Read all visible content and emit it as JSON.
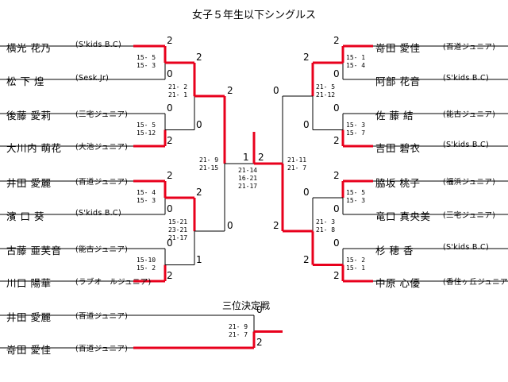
{
  "title": "女子５年生以下シングルス",
  "third_place_title": "三位決定戦",
  "colors": {
    "win": "#e8001c",
    "line": "#000000"
  },
  "left_players": [
    {
      "name": "横光 花乃",
      "club": "(S'kids B.C)"
    },
    {
      "name": "松 下 煌",
      "club": "(Sesk.Jr)"
    },
    {
      "name": "後藤 愛莉",
      "club": "(三宅ジュニア)"
    },
    {
      "name": "大川内 萌花",
      "club": "(大池ジュニア)"
    },
    {
      "name": "井田 愛麗",
      "club": "(百道ジュニア)"
    },
    {
      "name": "濱 口 葵",
      "club": "(S'kids B.C)"
    },
    {
      "name": "古藤 亜芙音",
      "club": "(能古ジュニア)"
    },
    {
      "name": "川口 陽華",
      "club": "(ラブオールジュニア)"
    }
  ],
  "right_players": [
    {
      "name": "嵜田 愛佳",
      "club": "(百道ジュニア)"
    },
    {
      "name": "阿部 花音",
      "club": "(S'kids B.C)"
    },
    {
      "name": "佐 藤 結",
      "club": "(能古ジュニア)"
    },
    {
      "name": "吉田 碧衣",
      "club": "(S'kids B.C)"
    },
    {
      "name": "脇坂 桃子",
      "club": "(福浜ジュニア)"
    },
    {
      "name": "竜口 真央美",
      "club": "(三宅ジュニア)"
    },
    {
      "name": "杉 穂 香",
      "club": "(S'kids B.C)"
    },
    {
      "name": "中原 心優",
      "club": "(香住ヶ丘ジュニア)"
    }
  ],
  "third_players": [
    {
      "name": "井田 愛麗",
      "club": "(百道ジュニア)"
    },
    {
      "name": "嵜田 愛佳",
      "club": "(百道ジュニア)"
    }
  ],
  "matches": {
    "L_r1": [
      {
        "scores": "15- 5\n15- 3",
        "top": "2",
        "bot": "0"
      },
      {
        "scores": "15- 5\n15-12",
        "top": "0",
        "bot": "2"
      },
      {
        "scores": "15- 4\n15- 3",
        "top": "2",
        "bot": "0"
      },
      {
        "scores": "15-10\n15- 2",
        "top": "0",
        "bot": "2"
      }
    ],
    "L_r2": [
      {
        "scores": "21- 2\n21- 1",
        "top": "2",
        "bot": "0"
      },
      {
        "scores": "15-21\n23-21\n21-17",
        "top": "2",
        "bot": "1"
      }
    ],
    "L_sf": {
      "scores": "21- 9\n21-15",
      "top": "2",
      "bot": "0"
    },
    "R_r1": [
      {
        "scores": "15- 1\n15- 4",
        "top": "2",
        "bot": "0"
      },
      {
        "scores": "15- 3\n15- 7",
        "top": "0",
        "bot": "2"
      },
      {
        "scores": "15- 5\n15- 3",
        "top": "2",
        "bot": "0"
      },
      {
        "scores": "15- 2\n15- 1",
        "top": "0",
        "bot": "2"
      }
    ],
    "R_r2": [
      {
        "scores": "21- 5\n21-12",
        "top": "2",
        "bot": "0"
      },
      {
        "scores": "21- 3\n21- 8",
        "top": "0",
        "bot": "2"
      }
    ],
    "R_sf": {
      "scores": "21-11\n21- 7",
      "top": "0",
      "bot": "2"
    },
    "final": {
      "scores": "21-14\n16-21\n21-17",
      "left": "1",
      "right": "2"
    },
    "third": {
      "scores": "21- 9\n21- 7",
      "top": "0",
      "bot": "2"
    }
  }
}
